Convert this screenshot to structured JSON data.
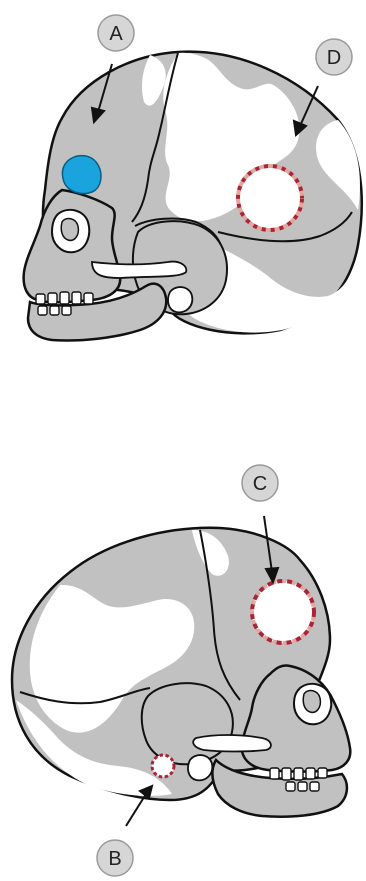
{
  "labels": {
    "A": "A",
    "B": "B",
    "C": "C",
    "D": "D"
  },
  "colors": {
    "bone": "#c1c1c1",
    "outline": "#111111",
    "badge_fill": "#d6d6d6",
    "badge_stroke": "#9a9a9a",
    "fontanelle_blue": "#1aa3dc",
    "ring_dark": "#a8243a",
    "ring_light": "#e2a79c"
  }
}
